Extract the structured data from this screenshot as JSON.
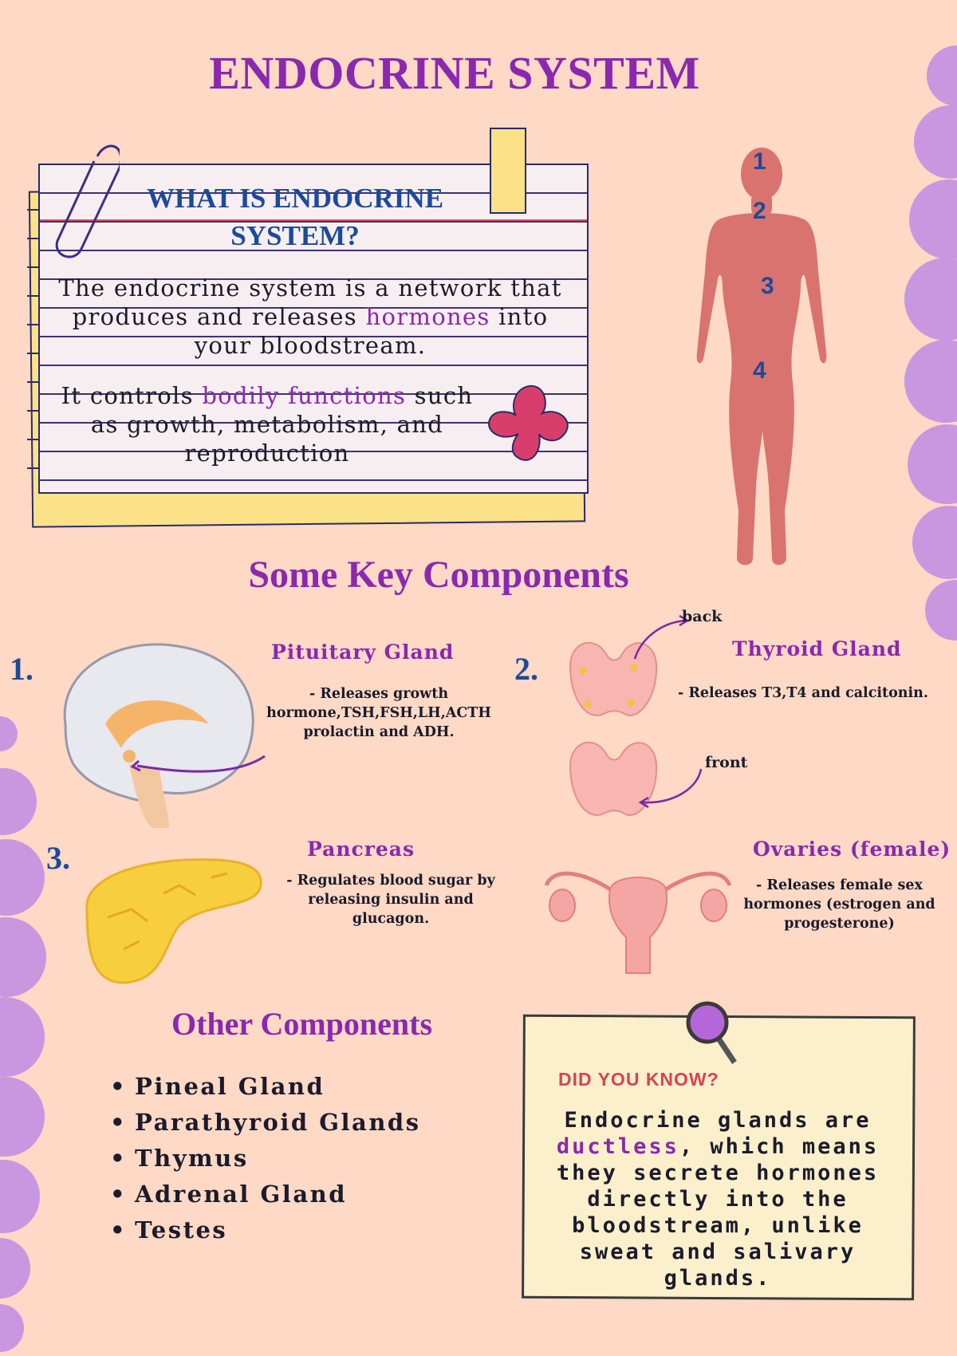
{
  "title": "ENDOCRINE SYSTEM",
  "intro": {
    "question": "WHAT IS ENDOCRINE SYSTEM?",
    "p1_a": "The endocrine system is a network that produces and releases ",
    "p1_hl": "hormones",
    "p1_b": " into your bloodstream.",
    "p2_a": "It controls ",
    "p2_hl": "bodily functions",
    "p2_b": " such as growth, metabolism, and reproduction"
  },
  "body_figure": {
    "markers": [
      "1",
      "2",
      "3",
      "4"
    ]
  },
  "key_components": {
    "heading": "Some Key Components",
    "items": [
      {
        "number": "1.",
        "name": "Pituitary Gland",
        "dash": "-",
        "desc": "Releases growth hormone,TSH,FSH,LH,ACTH prolactin and ADH."
      },
      {
        "number": "2.",
        "name": "Thyroid Gland",
        "dash": "-",
        "desc": "Releases T3,T4 and calcitonin.",
        "label_back": "back",
        "label_front": "front"
      },
      {
        "number": "3.",
        "name": "Pancreas",
        "dash": "-",
        "desc": "Regulates blood sugar by releasing insulin and glucagon."
      },
      {
        "number": "",
        "name": "Ovaries (female)",
        "dash": "-",
        "desc": "Releases female sex hormones (estrogen and progesterone)"
      }
    ]
  },
  "other_components": {
    "heading": "Other Components",
    "items": [
      "Pineal Gland",
      "Parathyroid Glands",
      "Thymus",
      "Adrenal Gland",
      "Testes"
    ]
  },
  "did_you_know": {
    "title": "DID YOU KNOW?",
    "hl": "ductless",
    "text_a": "Endocrine glands are ",
    "text_b": ", which means they secrete hormones directly into the bloodstream, unlike sweat and salivary glands."
  },
  "colors": {
    "background": "#fdd9c6",
    "accent_purple": "#8a28b0",
    "accent_blue": "#1d4a9a",
    "scallop": "#c996e0",
    "body": "#d9736f"
  }
}
